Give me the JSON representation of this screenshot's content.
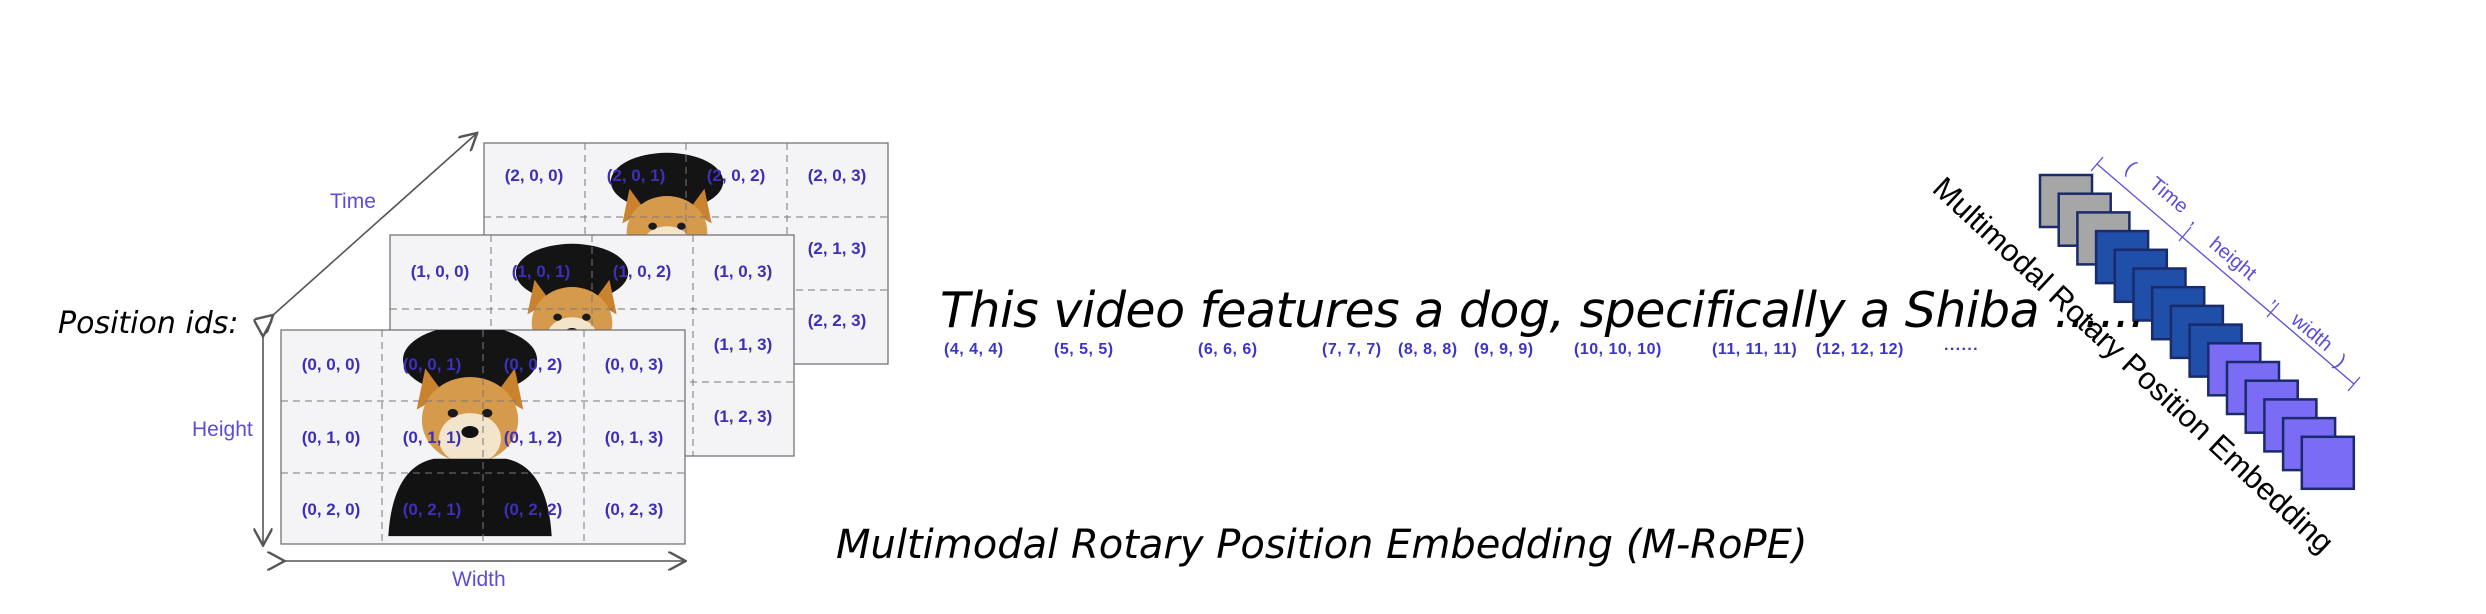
{
  "frames": [
    {
      "t": 2,
      "cells": [
        [
          "(2, 0, 0)",
          "(2, 0, 1)",
          "(2, 0, 2)",
          "(2, 0, 3)"
        ],
        [
          "",
          "",
          "",
          "(2, 1, 3)"
        ],
        [
          "",
          "",
          "",
          "(2, 2, 3)"
        ]
      ]
    },
    {
      "t": 1,
      "cells": [
        [
          "(1, 0, 0)",
          "(1, 0, 1)",
          "(1, 0, 2)",
          "(1, 0, 3)"
        ],
        [
          "",
          "",
          "",
          "(1, 1, 3)"
        ],
        [
          "",
          "",
          "",
          "(1, 2, 3)"
        ]
      ]
    },
    {
      "t": 0,
      "cells": [
        [
          "(0, 0, 0)",
          "(0, 0, 1)",
          "(0, 0, 2)",
          "(0, 0, 3)"
        ],
        [
          "(0, 1, 0)",
          "(0, 1, 1)",
          "(0, 1, 2)",
          "(0, 1, 3)"
        ],
        [
          "(0, 2, 0)",
          "(0, 2, 1)",
          "(0, 2, 2)",
          "(0, 2, 3)"
        ]
      ]
    }
  ],
  "axes": {
    "time": "Time",
    "height": "Height",
    "width": "Width"
  },
  "position_ids_label": "Position ids:",
  "sentence": "This video features a dog, specifically a Shiba  ......",
  "text_tokens": [
    "(4, 4, 4)",
    "(5, 5, 5)",
    "(6, 6, 6)",
    "(7, 7, 7)",
    "(8, 8, 8)",
    "(9, 9, 9)",
    "(10, 10, 10)",
    "(11, 11, 11)",
    "(12, 12, 12)",
    "······"
  ],
  "rotary_label": "Multimodal Rotary Position Embedding",
  "rotary_components": [
    "(",
    "Time",
    ",",
    "height",
    ",",
    "width",
    ")"
  ],
  "title": "Multimodal Rotary Position Embedding (M-RoPE)",
  "colors": {
    "id_text": "#3d2fb8",
    "axis_label": "#5a4ed8",
    "block_gray": "#a6a6a6",
    "block_navy": "#1f4fa8",
    "block_violet": "#7b6cf5",
    "block_border": "#1a2a6a"
  }
}
